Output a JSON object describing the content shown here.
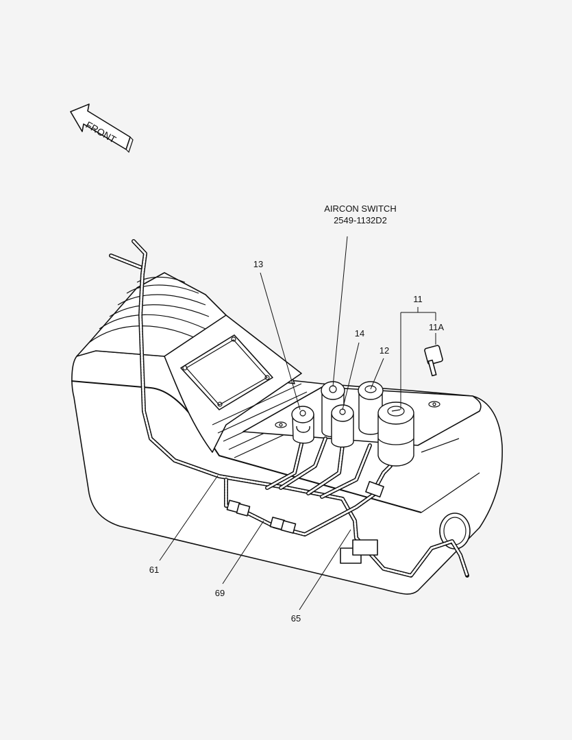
{
  "direction_label": "FRONT",
  "aircon_switch": {
    "name": "AIRCON SWITCH",
    "part_number": "2549-1132D2"
  },
  "callouts": {
    "c11": "11",
    "c11a": "11A",
    "c12": "12",
    "c13": "13",
    "c14": "14",
    "c61": "61",
    "c65": "65",
    "c69": "69"
  }
}
